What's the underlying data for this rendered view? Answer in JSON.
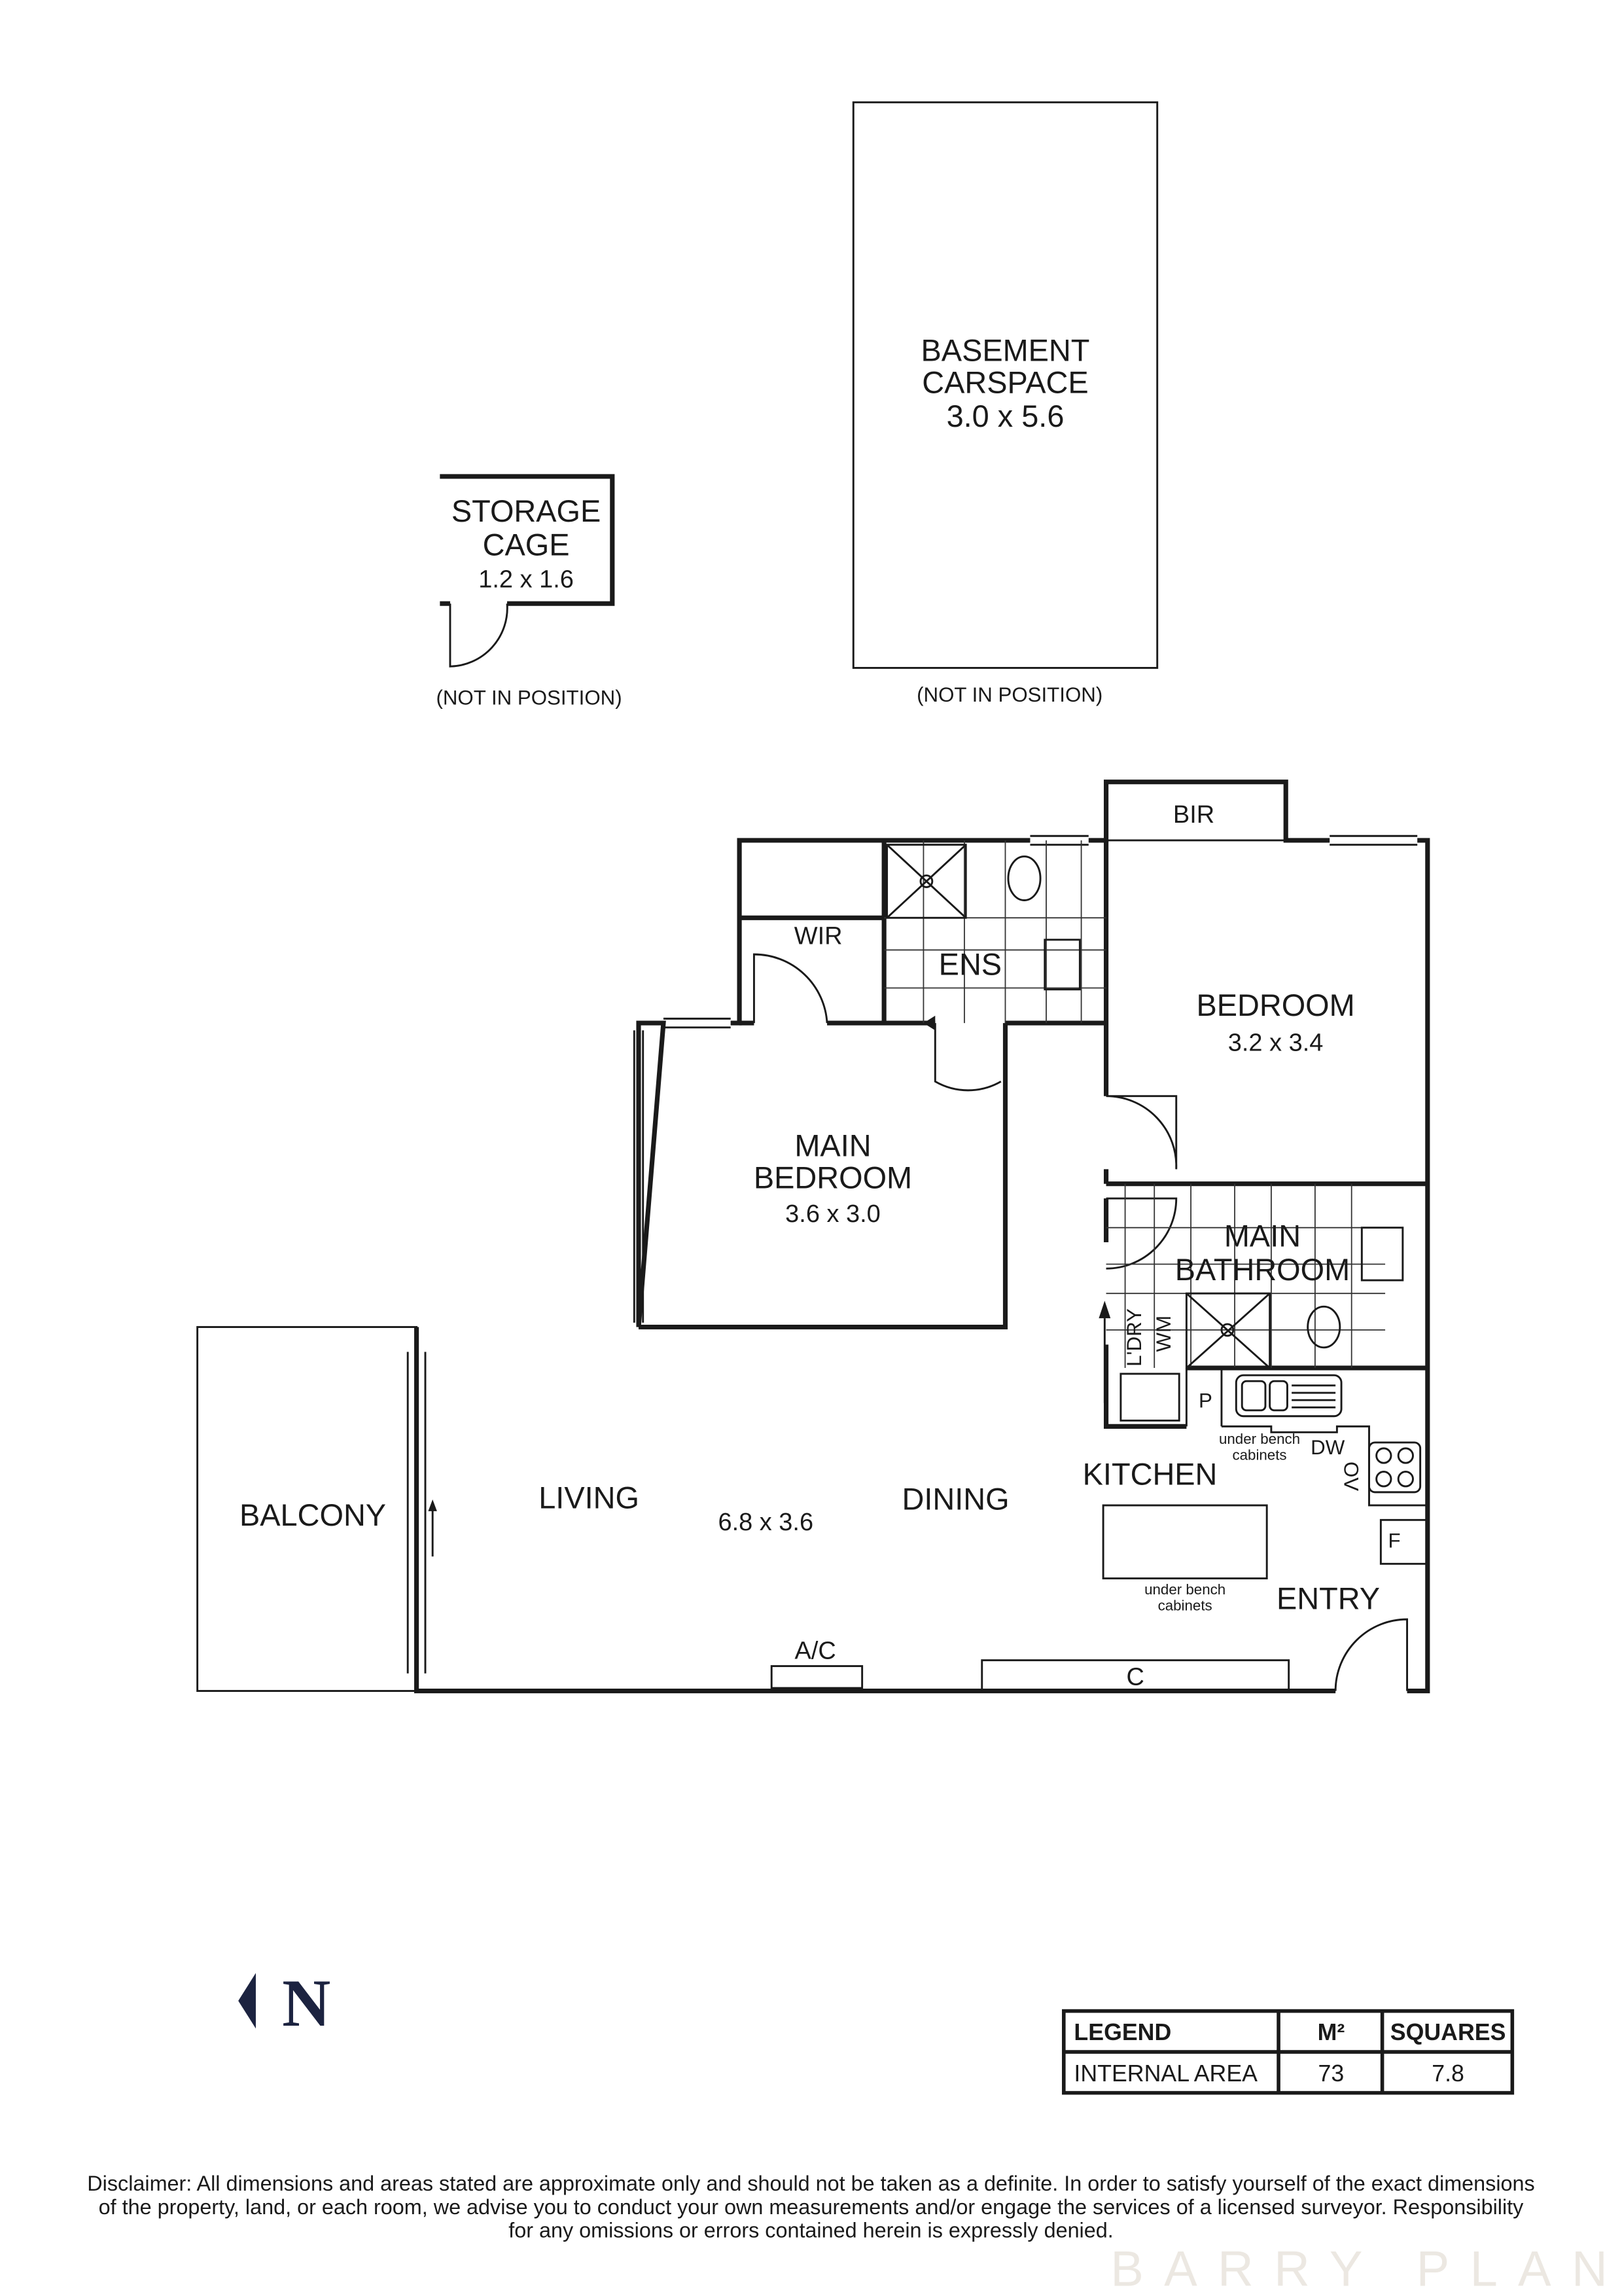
{
  "rooms": {
    "carspace": {
      "name1": "BASEMENT",
      "name2": "CARSPACE",
      "dims": "3.0 x 5.6",
      "note": "(NOT IN POSITION)"
    },
    "storage": {
      "name1": "STORAGE",
      "name2": "CAGE",
      "dims": "1.2 x 1.6",
      "note": "(NOT IN POSITION)"
    },
    "bir": "BIR",
    "wir": "WIR",
    "ens": "ENS",
    "bedroom": {
      "name": "BEDROOM",
      "dims": "3.2 x 3.4"
    },
    "main_bedroom": {
      "name1": "MAIN",
      "name2": "BEDROOM",
      "dims": "3.6 x 3.0"
    },
    "main_bathroom": {
      "name1": "MAIN",
      "name2": "BATHROOM"
    },
    "laundry": "L'DRY",
    "wm": "WM",
    "pantry": "P",
    "dw": "DW",
    "ov": "OV",
    "under_bench_1": {
      "l1": "under bench",
      "l2": "cabinets"
    },
    "under_bench_2": {
      "l1": "under bench",
      "l2": "cabinets"
    },
    "kitchen": "KITCHEN",
    "fridge": "F",
    "entry": "ENTRY",
    "balcony": "BALCONY",
    "living": "LIVING",
    "dining": "DINING",
    "living_dims": "6.8 x 3.6",
    "ac": "A/C",
    "cupboard": "C"
  },
  "compass": {
    "label": "N",
    "icon": "north-arrow-icon"
  },
  "legend": {
    "headers": [
      "LEGEND",
      "M²",
      "SQUARES"
    ],
    "rows": [
      [
        "INTERNAL AREA",
        "73",
        "7.8"
      ]
    ]
  },
  "disclaimer": {
    "line1": "Disclaimer: All dimensions and areas stated are approximate only and should not be taken as a definite. In order to satisfy yourself of the exact dimensions",
    "line2": "of the property, land, or each room, we advise you to conduct your own measurements and/or engage the services of a licensed surveyor. Responsibility",
    "line3": "for any omissions or errors contained herein is expressly denied."
  },
  "watermark": "BARRY PLANT"
}
